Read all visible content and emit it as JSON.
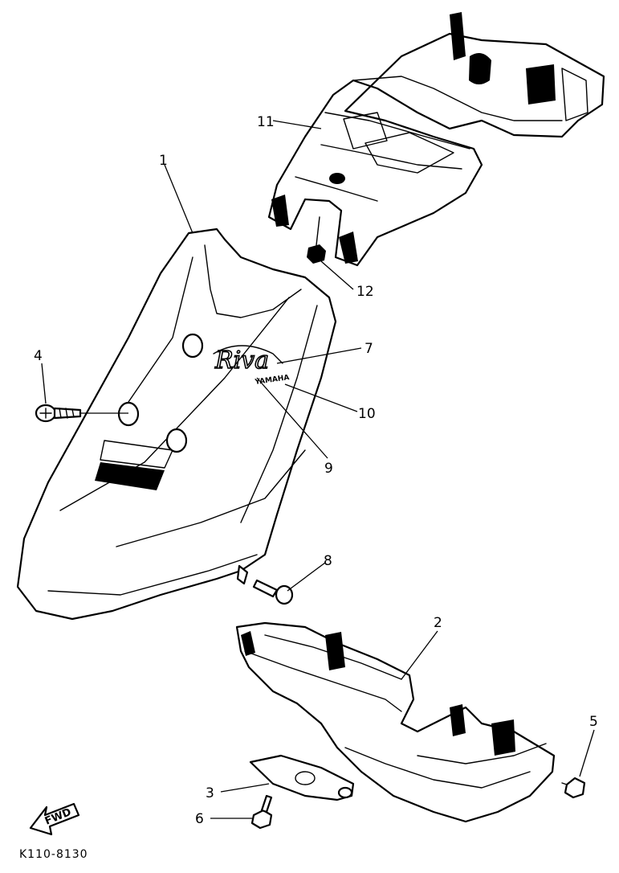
{
  "diagram": {
    "callouts": [
      {
        "id": "c1",
        "label": "1"
      },
      {
        "id": "c2",
        "label": "2"
      },
      {
        "id": "c3",
        "label": "3"
      },
      {
        "id": "c4",
        "label": "4"
      },
      {
        "id": "c5",
        "label": "5"
      },
      {
        "id": "c6",
        "label": "6"
      },
      {
        "id": "c7",
        "label": "7"
      },
      {
        "id": "c8",
        "label": "8"
      },
      {
        "id": "c9",
        "label": "9"
      },
      {
        "id": "c10",
        "label": "10"
      },
      {
        "id": "c11",
        "label": "11"
      },
      {
        "id": "c12",
        "label": "12"
      }
    ],
    "emblem_script": "Riva",
    "emblem_brand": "YAMAHA",
    "fwd_label": "FWD",
    "drawing_code": "K110-8130"
  }
}
